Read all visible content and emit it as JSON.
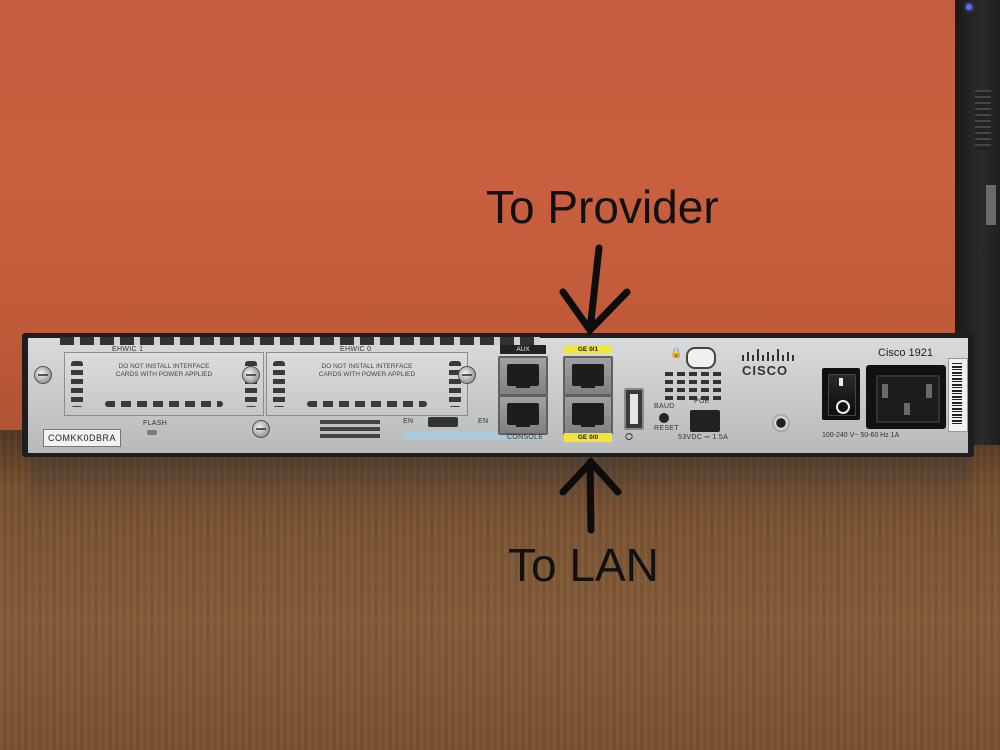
{
  "photo": {
    "subject": "router",
    "brand": "CISCO",
    "model": "Cisco 1921"
  },
  "annotations": {
    "top": "To Provider",
    "bottom": "To LAN"
  },
  "router_labels": {
    "ehwic1": "EHWIC 1",
    "ehwic0": "EHWIC 0",
    "slot_warning_line1": "DO NOT INSTALL INTERFACE",
    "slot_warning_line2": "CARDS WITH POWER APPLIED",
    "flash": "FLASH",
    "serial": "COMKK0DBRA",
    "en_left": "EN",
    "en_right": "EN",
    "aux": "AUX",
    "console": "CONSOLE",
    "ge01": "GE 0/1",
    "ge00": "GE 0/0",
    "baud": "BAUD",
    "reset": "RESET",
    "poe": "POE",
    "poe_rating": "53VDC ⎓ 1.5A",
    "power_rating": "100-240 V~  50-60 Hz 1A"
  },
  "colors": {
    "wall": "#c45d3f",
    "table": "#7b5433",
    "chassis": "#c9cacc",
    "port_tag": "#f2e43a"
  }
}
